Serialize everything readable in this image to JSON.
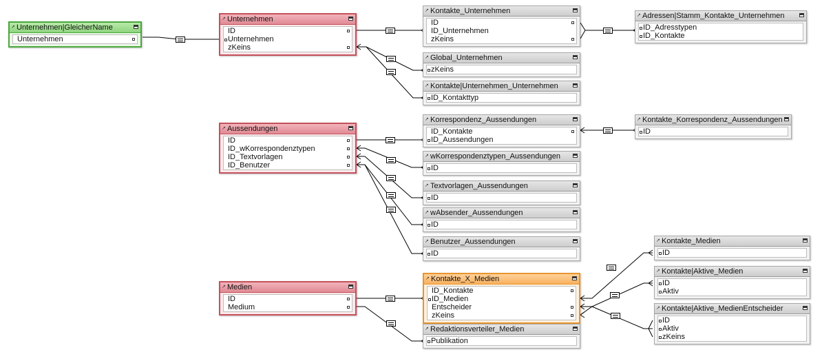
{
  "tables": {
    "unternehmen_gleichername": {
      "title": "Unternehmen|GleicherName",
      "fields": [
        "Unternehmen"
      ]
    },
    "unternehmen": {
      "title": "Unternehmen",
      "fields": [
        "ID",
        "Unternehmen",
        "zKeins"
      ]
    },
    "kontakte_unternehmen": {
      "title": "Kontakte_Unternehmen",
      "fields": [
        "ID",
        "ID_Unternehmen",
        "zKeins"
      ]
    },
    "adressen_stamm": {
      "title": "Adressen|Stamm_Kontakte_Unternehmen",
      "fields": [
        "ID_Adresstypen",
        "ID_Kontakte"
      ]
    },
    "global_unternehmen": {
      "title": "Global_Unternehmen",
      "fields": [
        "zKeins"
      ]
    },
    "kontakte_unternehmen_unternehmen": {
      "title": "Kontakte|Unternehmen_Unternehmen",
      "fields": [
        "ID_Kontakttyp"
      ]
    },
    "aussendungen": {
      "title": "Aussendungen",
      "fields": [
        "ID",
        "ID_wKorrespondenztypen",
        "ID_Textvorlagen",
        "ID_Benutzer"
      ]
    },
    "korrespondenz_aussendungen": {
      "title": "Korrespondenz_Aussendungen",
      "fields": [
        "ID_Kontakte",
        "ID_Aussendungen"
      ]
    },
    "kontakte_korrespondenz_aussendungen": {
      "title": "Kontakte_Korrespondenz_Aussendungen",
      "fields": [
        "ID"
      ]
    },
    "wkorrespondenztypen_aussendungen": {
      "title": "wKorrespondenztypen_Aussendungen",
      "fields": [
        "ID"
      ]
    },
    "textvorlagen_aussendungen": {
      "title": "Textvorlagen_Aussendungen",
      "fields": [
        "ID"
      ]
    },
    "wabsender_aussendungen": {
      "title": "wAbsender_Aussendungen",
      "fields": [
        "ID"
      ]
    },
    "benutzer_aussendungen": {
      "title": "Benutzer_Aussendungen",
      "fields": [
        "ID"
      ]
    },
    "medien": {
      "title": "Medien",
      "fields": [
        "ID",
        "Medium"
      ]
    },
    "kontakte_x_medien": {
      "title": "Kontakte_X_Medien",
      "fields": [
        "ID_Kontakte",
        "ID_Medien",
        "Entscheider",
        "zKeins"
      ]
    },
    "redaktionsverteiler_medien": {
      "title": "Redaktionsverteiler_Medien",
      "fields": [
        "Publikation"
      ]
    },
    "kontakte_medien": {
      "title": "Kontakte_Medien",
      "fields": [
        "ID"
      ]
    },
    "kontakte_aktive_medien": {
      "title": "Kontakte|Aktive_Medien",
      "fields": [
        "ID",
        "Aktiv"
      ]
    },
    "kontakte_aktive_medienentscheider": {
      "title": "Kontakte|Aktive_MedienEntscheider",
      "fields": [
        "ID",
        "Aktiv",
        "zKeins"
      ]
    }
  },
  "relationships": [
    {
      "from": "unternehmen_gleichername",
      "to": "unternehmen",
      "operator": "="
    },
    {
      "from": "unternehmen",
      "to": "kontakte_unternehmen",
      "operator": "="
    },
    {
      "from": "kontakte_unternehmen",
      "to": "adressen_stamm",
      "operator": "="
    },
    {
      "from": "unternehmen",
      "to": "global_unternehmen",
      "operator": "="
    },
    {
      "from": "unternehmen",
      "to": "kontakte_unternehmen_unternehmen",
      "operator": "="
    },
    {
      "from": "aussendungen",
      "to": "korrespondenz_aussendungen",
      "operator": "="
    },
    {
      "from": "korrespondenz_aussendungen",
      "to": "kontakte_korrespondenz_aussendungen",
      "operator": "="
    },
    {
      "from": "aussendungen",
      "to": "wkorrespondenztypen_aussendungen",
      "operator": "="
    },
    {
      "from": "aussendungen",
      "to": "textvorlagen_aussendungen",
      "operator": "="
    },
    {
      "from": "aussendungen",
      "to": "wabsender_aussendungen",
      "operator": "="
    },
    {
      "from": "aussendungen",
      "to": "benutzer_aussendungen",
      "operator": "="
    },
    {
      "from": "medien",
      "to": "kontakte_x_medien",
      "operator": "="
    },
    {
      "from": "medien",
      "to": "redaktionsverteiler_medien",
      "operator": "="
    },
    {
      "from": "kontakte_x_medien",
      "to": "kontakte_medien",
      "operator": "="
    },
    {
      "from": "kontakte_x_medien",
      "to": "kontakte_aktive_medien",
      "operator": "="
    },
    {
      "from": "kontakte_x_medien",
      "to": "kontakte_aktive_medienentscheider",
      "operator": "="
    }
  ],
  "colors": {
    "green": "#8fd47e",
    "red": "#e08a95",
    "orange": "#f8b160",
    "gray": "#cdcdcd"
  },
  "icons": {
    "header_left": "expand-arrow-icon",
    "header_right": "minimize-icon",
    "field_key": "key-marker-icon"
  }
}
